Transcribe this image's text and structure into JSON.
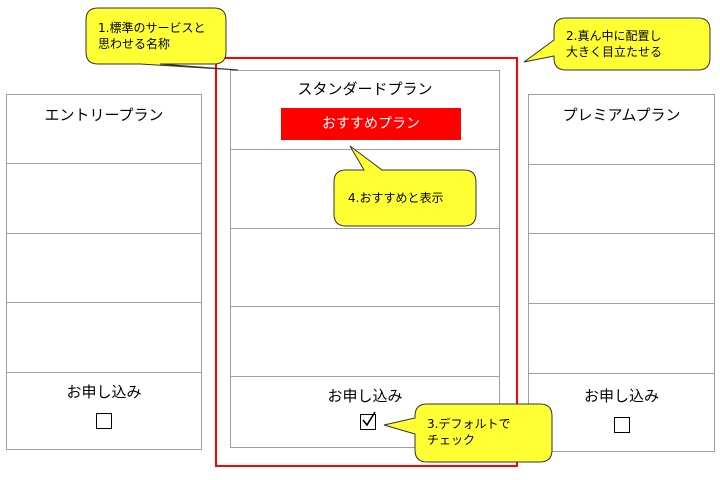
{
  "plans": [
    {
      "id": "entry",
      "title": "エントリープラン",
      "apply_label": "お申し込み",
      "checked": false
    },
    {
      "id": "standard",
      "title": "スタンダードプラン",
      "recommend_label": "おすすめプラン",
      "apply_label": "お申し込み",
      "checked": true
    },
    {
      "id": "premium",
      "title": "プレミアムプラン",
      "apply_label": "お申し込み",
      "checked": false
    }
  ],
  "callouts": {
    "c1": {
      "line1": "1.標準のサービスと",
      "line2": "思わせる名称"
    },
    "c2": {
      "line1": "2.真ん中に配置し",
      "line2": "大きく目立たせる"
    },
    "c3": {
      "line1": "3.デフォルトで",
      "line2": "チェック"
    },
    "c4": {
      "line1": "4.おすすめと表示"
    }
  },
  "colors": {
    "highlight": "#ff0000",
    "callout_fill": "#ffff33",
    "border": "#9e9e9e"
  },
  "icons": {
    "checked": "check-mark-icon"
  }
}
